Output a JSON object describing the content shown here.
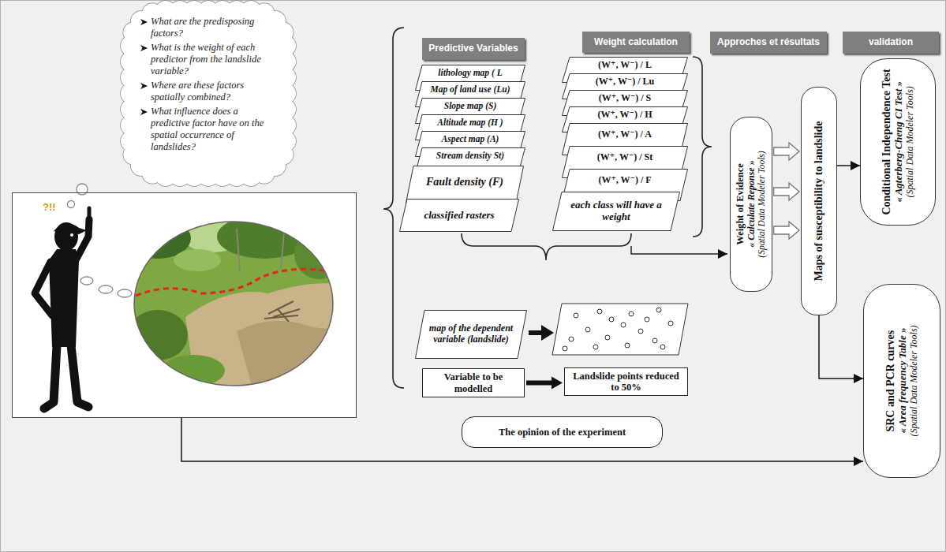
{
  "diagram": {
    "nodes": [
      {
        "text": [
          "What are the predisposing factors?",
          "What is the weight of each predictor from the landslide variable?",
          "Where are these factors spatially combined?",
          "What influence does a predictive factor have on the spatial occurrence of landslides?"
        ]
      },
      {
        "text": [
          "?!!"
        ]
      },
      {
        "text": [
          "Predictive Variables"
        ]
      },
      {
        "text": [
          "Weight calculation"
        ]
      },
      {
        "text": [
          "Approches et résultats"
        ]
      },
      {
        "text": [
          "validation"
        ]
      },
      {
        "text": [
          "lithology map ( L"
        ]
      },
      {
        "text": [
          "Map of land use (Lu)"
        ]
      },
      {
        "text": [
          "Slope map (S)"
        ]
      },
      {
        "text": [
          "Altitude map (H )"
        ]
      },
      {
        "text": [
          "Aspect map (A)"
        ]
      },
      {
        "text": [
          "Stream density St)"
        ]
      },
      {
        "text": [
          "Fault density (F)"
        ]
      },
      {
        "text": [
          "classified rasters"
        ]
      },
      {
        "text": [
          "(W⁺, W⁻) / L"
        ]
      },
      {
        "text": [
          "(W⁺, W⁻) / Lu"
        ]
      },
      {
        "text": [
          "(W⁺, W⁻) / S"
        ]
      },
      {
        "text": [
          "(W⁺, W⁻) / H"
        ]
      },
      {
        "text": [
          "(W⁺, W⁻) / A"
        ]
      },
      {
        "text": [
          "(W⁺, W⁻) / St"
        ]
      },
      {
        "text": [
          "(W⁺, W⁻) / F"
        ]
      },
      {
        "text": [
          "each class will have a weight"
        ]
      },
      {
        "text": [
          "Weight of Evidence",
          "« Calculate Reponse »",
          "(Spatial Data Modeler Tools)"
        ]
      },
      {
        "text": [
          "Maps of susceptibility to landslide"
        ]
      },
      {
        "text": [
          "Conditional Independence Test",
          "« Agterberg-Cheng CI Test »",
          "(Spatial Data Modeler Tools)"
        ]
      },
      {
        "text": [
          "SRC and PCR curves",
          "« Area frequency Table »",
          "(Spatial Data Modeler Tools)"
        ]
      },
      {
        "text": [
          "map of the dependent variable (landslide)"
        ]
      },
      {
        "text": [
          "Variable to be modelled"
        ]
      },
      {
        "text": [
          "Landslide points reduced to 50%"
        ]
      },
      {
        "text": [
          "The opinion of the experiment"
        ]
      }
    ],
    "edges": [
      {
        "from": 22,
        "to": 23,
        "arrow": "to"
      },
      {
        "from": 22,
        "to": 23,
        "arrow": "to"
      },
      {
        "from": 22,
        "to": 23,
        "arrow": "to"
      },
      {
        "from": 23,
        "to": 24,
        "arrow": "to"
      },
      {
        "from": 23,
        "to": 25,
        "arrow": "to"
      },
      {
        "from": 1,
        "to": 25,
        "arrow": "to"
      },
      {
        "from": 27,
        "to": 28,
        "arrow": "to"
      }
    ]
  }
}
